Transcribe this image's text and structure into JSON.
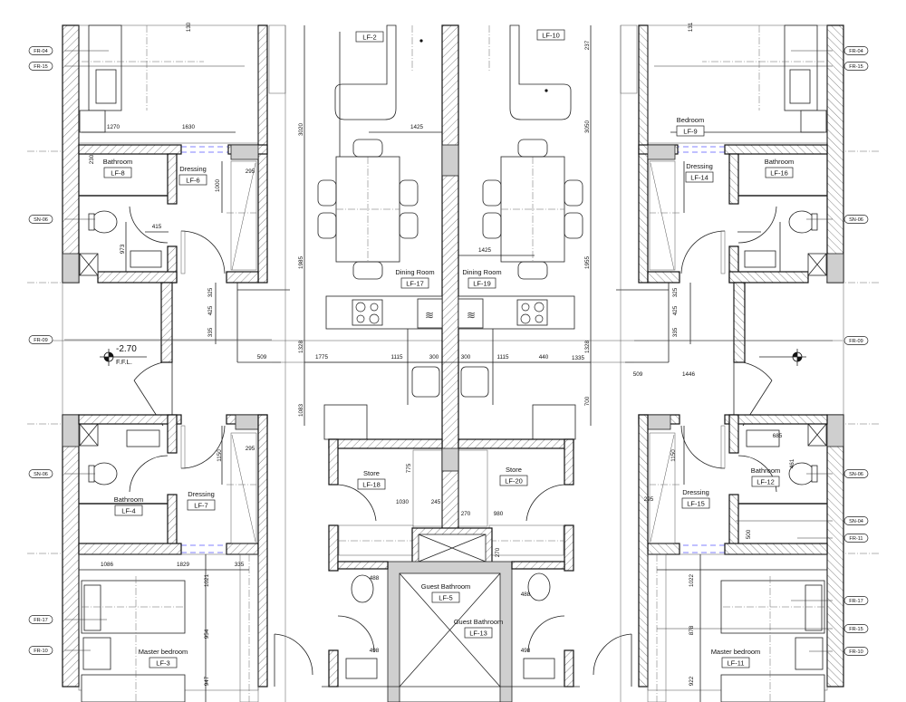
{
  "rooms": [
    {
      "name": "Bathroom",
      "code": "LF-8"
    },
    {
      "name": "Dressing",
      "code": "LF-6"
    },
    {
      "name": "Bedroom",
      "code": "LF-9"
    },
    {
      "name": "Dressing",
      "code": "LF-14"
    },
    {
      "name": "Bathroom",
      "code": "LF-16"
    },
    {
      "name": "Dining Room",
      "code": "LF-17"
    },
    {
      "name": "Dining Room",
      "code": "LF-19"
    },
    {
      "name": "Store",
      "code": "LF-18"
    },
    {
      "name": "Store",
      "code": "LF-20"
    },
    {
      "name": "Guest Bathroom",
      "code": "LF-5"
    },
    {
      "name": "Guest Bathroom",
      "code": "LF-13"
    },
    {
      "name": "Bathroom",
      "code": "LF-4"
    },
    {
      "name": "Dressing",
      "code": "LF-7"
    },
    {
      "name": "Dressing",
      "code": "LF-15"
    },
    {
      "name": "Bathroom",
      "code": "LF-12"
    },
    {
      "name": "Master bedroom",
      "code": "LF-3"
    },
    {
      "name": "Master bedroom",
      "code": "LF-11"
    },
    {
      "name": "",
      "code": "LF-2"
    },
    {
      "name": "",
      "code": "LF-10"
    }
  ],
  "tags_left": [
    "FR-04",
    "FR-15",
    "SN-06",
    "FR-09",
    "SN-06",
    "FR-17",
    "FR-10"
  ],
  "tags_right": [
    "FR-04",
    "FR-15",
    "SN-06",
    "FR-09",
    "SN-06",
    "SN-04",
    "FR-11",
    "FR-17",
    "FR-15",
    "FR-10"
  ],
  "level": {
    "value": "-2.70",
    "label": "F.F.L."
  },
  "dims_h": [
    "1270",
    "1630",
    "415",
    "1425",
    "1425",
    "1775",
    "1115",
    "300",
    "300",
    "1115",
    "440",
    "1335",
    "509",
    "509",
    "1446",
    "295",
    "295",
    "1030",
    "245",
    "270",
    "980",
    "488",
    "488",
    "498",
    "498",
    "1086",
    "1829",
    "335",
    "685",
    "295"
  ],
  "dims_v": [
    "130",
    "3020",
    "1985",
    "1328",
    "1083",
    "3050",
    "237",
    "1955",
    "1328",
    "700",
    "230",
    "1000",
    "973",
    "325",
    "425",
    "335",
    "325",
    "425",
    "335",
    "775",
    "1150",
    "1150",
    "270",
    "1021",
    "954",
    "947",
    "1022",
    "878",
    "922",
    "131",
    "461",
    "500"
  ]
}
